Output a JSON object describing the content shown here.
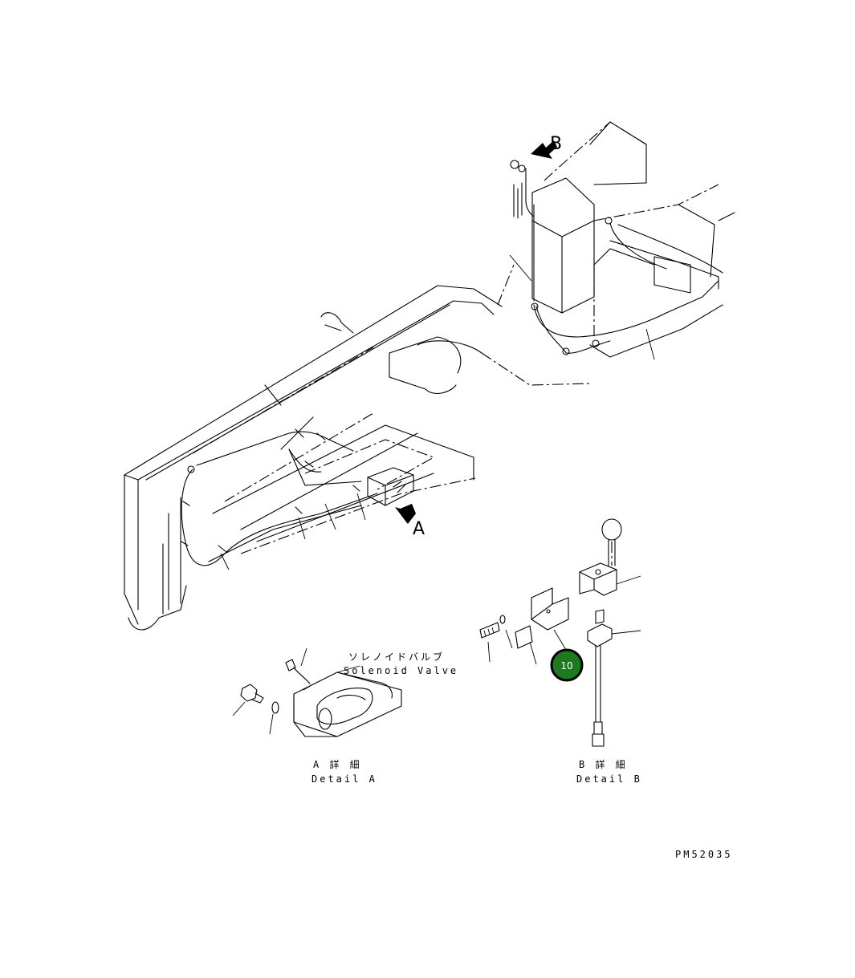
{
  "callouts": {
    "view_a_letter": "A",
    "view_b_letter": "B"
  },
  "detail_a": {
    "title_jp": "A 詳 細",
    "title_en": "Detail A",
    "part_label_jp": "ソレノイドバルブ",
    "part_label_en": "Solenoid Valve"
  },
  "detail_b": {
    "title_jp": "B 詳 細",
    "title_en": "Detail B"
  },
  "part_badge": {
    "number": "10",
    "color": "#1e7a1e"
  },
  "drawing_code": "PM52035"
}
